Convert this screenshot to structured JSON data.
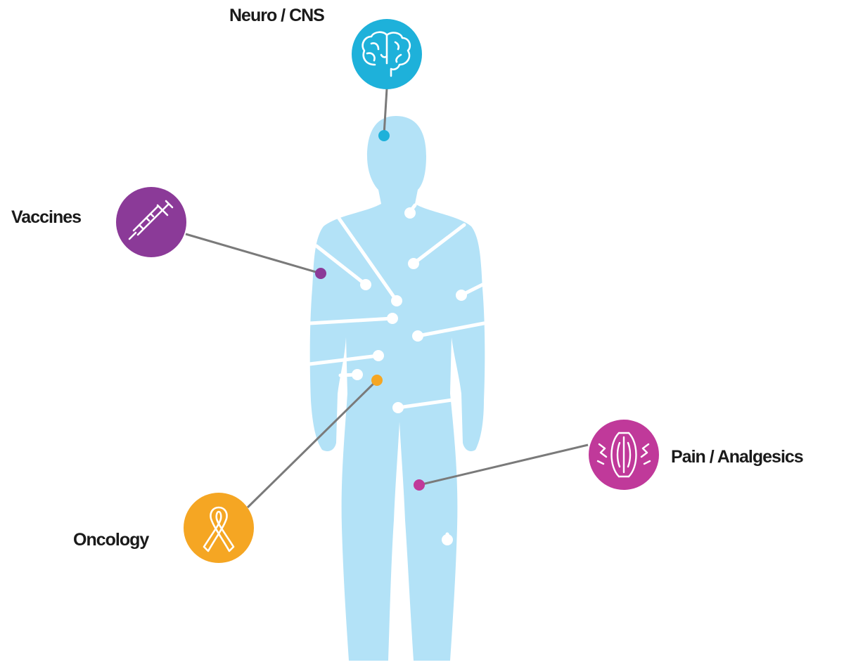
{
  "labels": {
    "neuro": "Neuro / CNS",
    "vaccines": "Vaccines",
    "oncology": "Oncology",
    "pain": "Pain / Analgesics"
  },
  "icons": {
    "neuro": "brain-icon",
    "vaccines": "syringe-icon",
    "oncology": "awareness-ribbon-icon",
    "pain": "muscle-pain-icon"
  },
  "colors": {
    "body": "#b3e2f7",
    "neuro": "#1eb1da",
    "vaccines": "#8b3a98",
    "oncology": "#f5a623",
    "pain": "#c0399a",
    "connector": "#7a7a7a",
    "text": "#1a1a1a"
  }
}
